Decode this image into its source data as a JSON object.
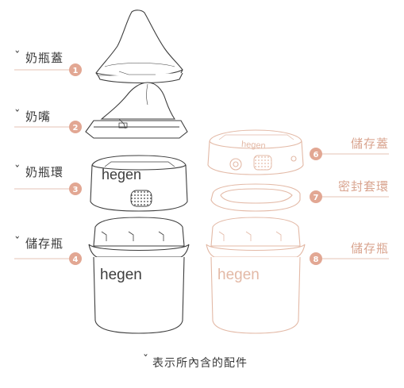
{
  "labels_left": [
    {
      "text": "奶瓶蓋",
      "number": "1",
      "tick": "ˇ"
    },
    {
      "text": "奶嘴",
      "number": "2",
      "tick": "ˇ"
    },
    {
      "text": "奶瓶環",
      "number": "3",
      "tick": "ˇ"
    },
    {
      "text": "儲存瓶",
      "number": "4",
      "tick": "ˇ"
    }
  ],
  "labels_right": [
    {
      "text": "儲存蓋",
      "number": "6"
    },
    {
      "text": "密封套環",
      "number": "7"
    },
    {
      "text": "儲存瓶",
      "number": "8"
    }
  ],
  "brand_text": "hegen",
  "caption": {
    "tick": "ˇ",
    "text": "表示所內含的配件"
  },
  "colors": {
    "outline_dark": "#3d3d3d",
    "outline_peach": "#e3b9a6",
    "badge_peach": "#e2a793",
    "text_peach": "#d9a48f",
    "leader_line": "#e6c3b4"
  }
}
